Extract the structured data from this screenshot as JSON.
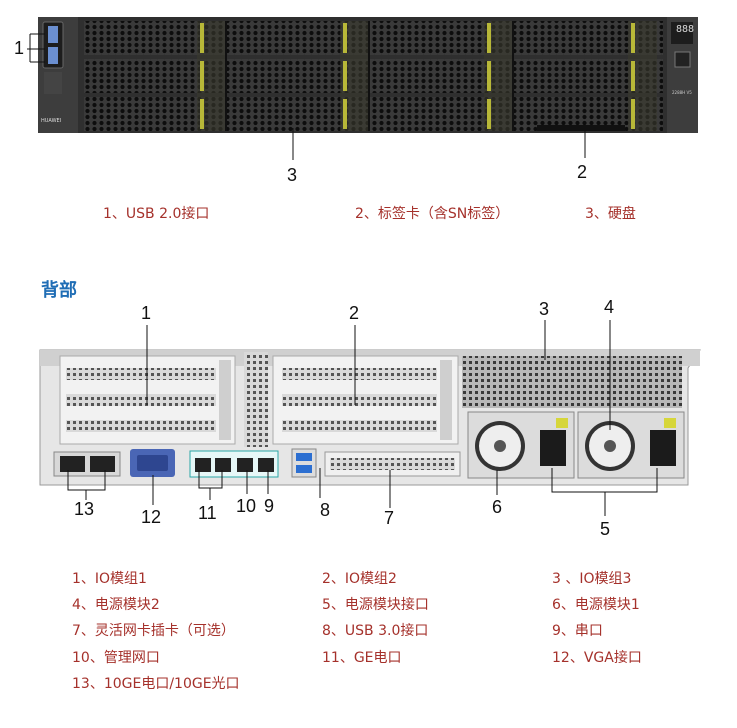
{
  "front": {
    "callouts": [
      "1",
      "2",
      "3"
    ],
    "legend": [
      "1、USB 2.0接口",
      "2、标签卡（含SN标签）",
      "3、硬盘"
    ],
    "brand": "HUAWEI",
    "model": "2288H V5",
    "display": "888"
  },
  "rear": {
    "title": "背部",
    "callouts": [
      "1",
      "2",
      "3",
      "4",
      "5",
      "6",
      "7",
      "8",
      "9",
      "10",
      "11",
      "12",
      "13"
    ],
    "legend": [
      "1、IO模组1",
      "2、IO模组2",
      "3 、IO模组3",
      "4、电源模块2",
      "5、电源模块接口",
      "6、电源模块1",
      "7、灵活网卡插卡（可选）",
      "8、USB 3.0接口",
      "9、串口",
      "10、管理网口",
      "11、GE电口",
      "12、VGA接口",
      "13、10GE电口/10GE光口"
    ]
  },
  "colors": {
    "legend_text": "#a5312b",
    "title": "#1f6db5",
    "chassis_dark": "#2b2b2b",
    "accent_yellow": "#d6d63a",
    "vga_blue": "#4a66b5",
    "port_border": "#2aa7a7"
  }
}
